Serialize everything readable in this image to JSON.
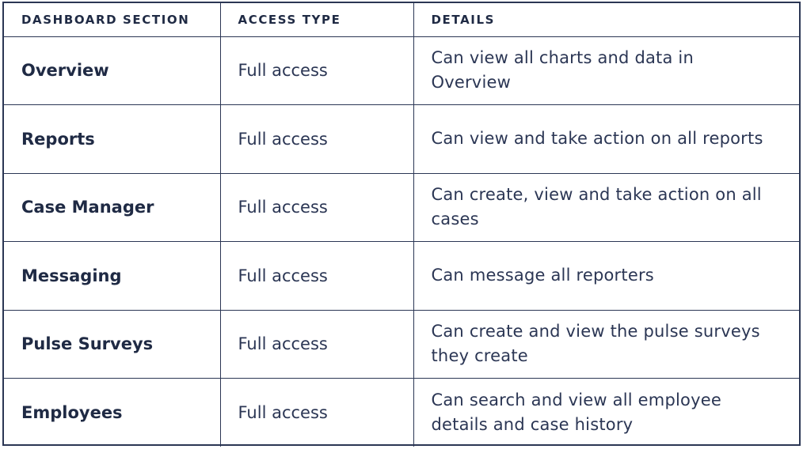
{
  "table": {
    "headers": {
      "section": "DASHBOARD SECTION",
      "access": "ACCESS TYPE",
      "details": "DETAILS"
    },
    "rows": [
      {
        "section": "Overview",
        "access": "Full access",
        "details": "Can view all charts and data in Overview"
      },
      {
        "section": "Reports",
        "access": "Full access",
        "details": "Can view and take action on all reports"
      },
      {
        "section": "Case Manager",
        "access": "Full access",
        "details": "Can create, view and take action on all cases"
      },
      {
        "section": "Messaging",
        "access": "Full access",
        "details": "Can message all reporters"
      },
      {
        "section": "Pulse Surveys",
        "access": "Full access",
        "details": "Can create and view the pulse surveys they create"
      },
      {
        "section": "Employees",
        "access": "Full access",
        "details": "Can search and view all employee details and case history"
      }
    ]
  },
  "colors": {
    "text": "#1f2a44",
    "border": "#2b3654",
    "background": "#ffffff"
  }
}
